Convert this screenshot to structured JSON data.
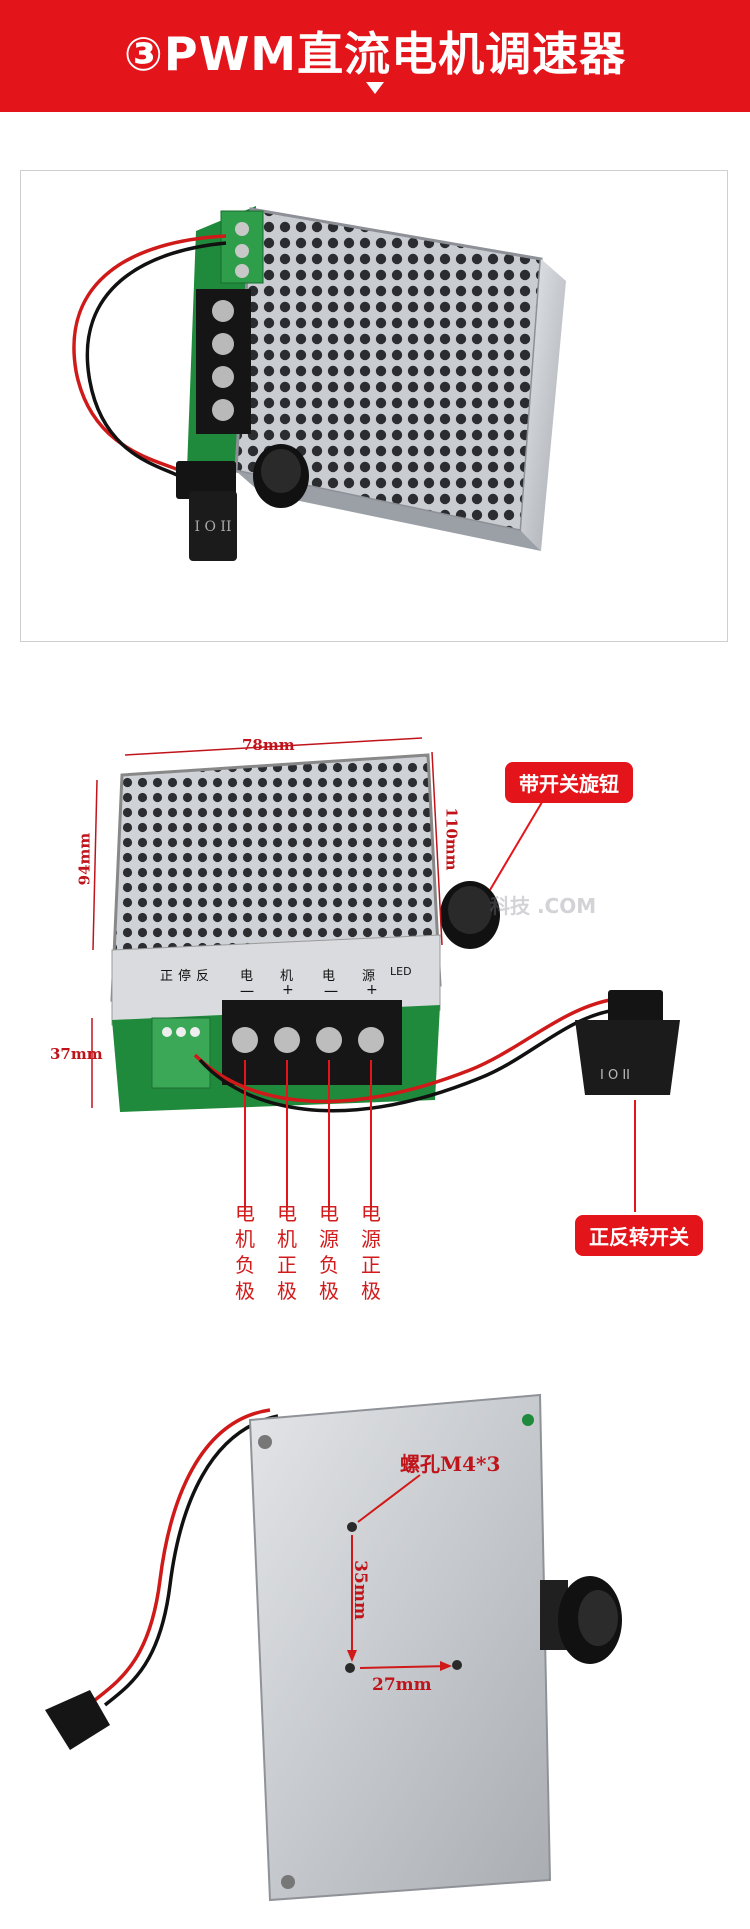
{
  "banner": {
    "title": "③PWM直流电机调速器"
  },
  "photo2": {
    "dim_width": "78mm",
    "dim_depth": "94mm",
    "dim_height": "110mm",
    "dim_front": "37mm",
    "terminal_top_labels": [
      "正",
      "停",
      "反",
      "电",
      "机",
      "电",
      "源",
      "LED"
    ],
    "terminal_signs": [
      "一",
      "+",
      "一",
      "+"
    ],
    "callout_knob": "带开关旋钮",
    "callout_switch": "正反转开关",
    "switch_marks": "I O II",
    "wire_labels": [
      [
        "电",
        "机",
        "负",
        "极"
      ],
      [
        "电",
        "机",
        "正",
        "极"
      ],
      [
        "电",
        "源",
        "负",
        "极"
      ],
      [
        "电",
        "源",
        "正",
        "极"
      ]
    ],
    "watermark": "科技 .COM"
  },
  "photo3": {
    "hole_label": "螺孔M4*3",
    "dim_vertical": "35mm",
    "dim_horizontal": "27mm"
  },
  "colors": {
    "brand_red": "#e4141b"
  }
}
